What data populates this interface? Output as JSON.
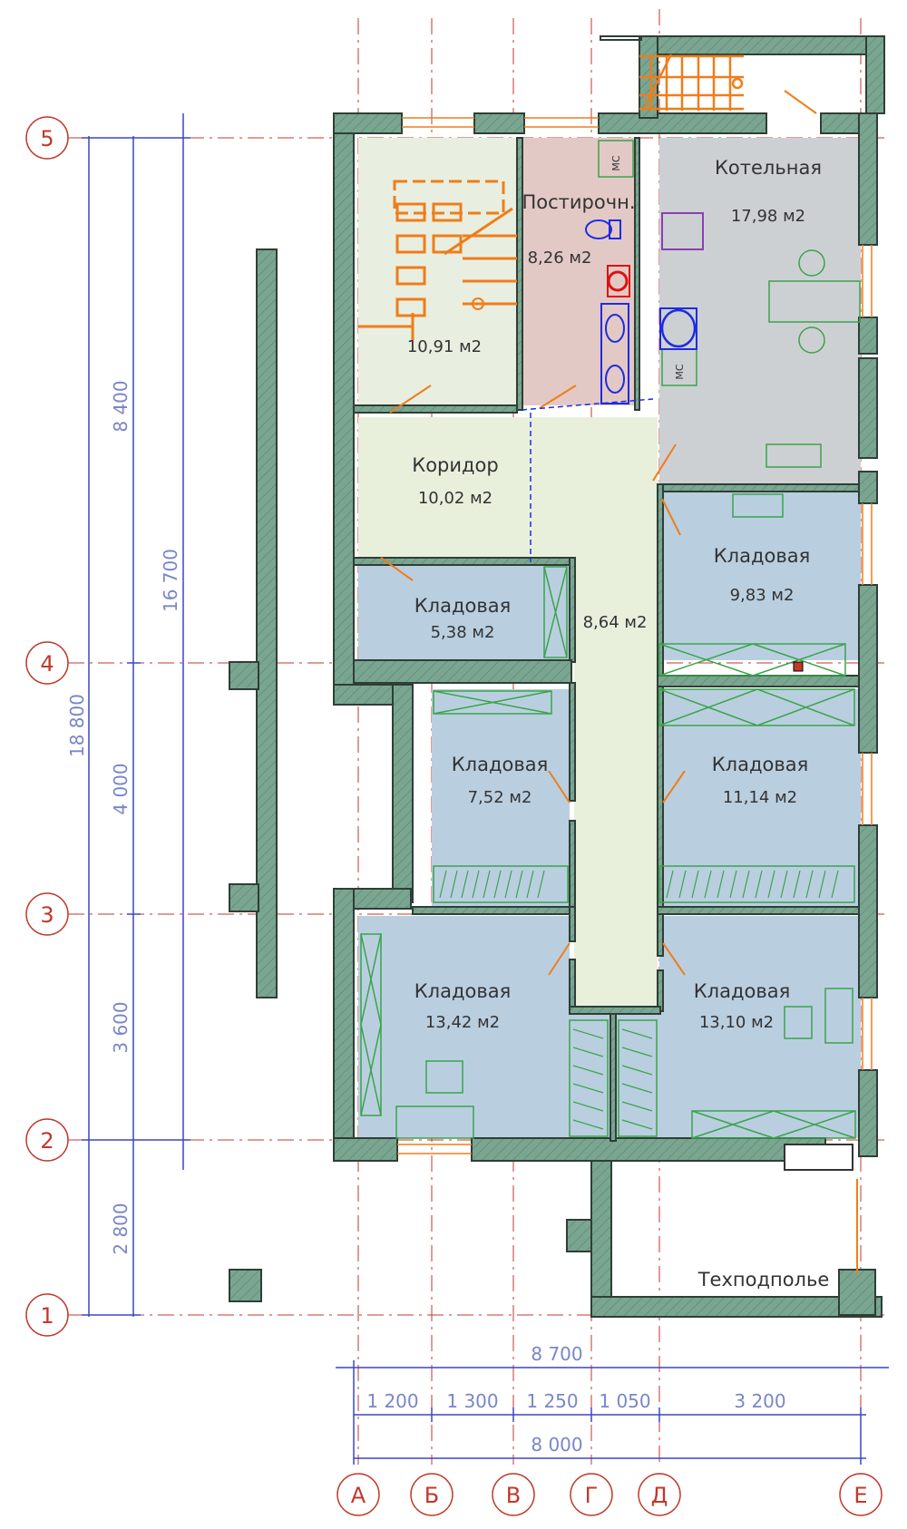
{
  "rooms": {
    "stair": {
      "area": "10,91 м2"
    },
    "laundry": {
      "name": "Постирочн.",
      "area": "8,26 м2"
    },
    "boiler": {
      "name": "Котельная",
      "area": "17,98 м2"
    },
    "corridor": {
      "name": "Коридор",
      "area": "10,02 м2"
    },
    "hall": {
      "area": "8,64 м2"
    },
    "store1": {
      "name": "Кладовая",
      "area": "5,38 м2"
    },
    "store2": {
      "name": "Кладовая",
      "area": "9,83 м2"
    },
    "store3": {
      "name": "Кладовая",
      "area": "7,52 м2"
    },
    "store4": {
      "name": "Кладовая",
      "area": "11,14 м2"
    },
    "store5": {
      "name": "Кладовая",
      "area": "13,42 м2"
    },
    "store6": {
      "name": "Кладовая",
      "area": "13,10 м2"
    },
    "tech": {
      "name": "Техподполье"
    }
  },
  "fixtures": {
    "ms1": "МС",
    "ms2": "МС"
  },
  "axes": {
    "rows": [
      "5",
      "4",
      "3",
      "2",
      "1"
    ],
    "cols": [
      "А",
      "Б",
      "В",
      "Г",
      "Д",
      "Е"
    ]
  },
  "dims": {
    "left": {
      "d1": "8 400",
      "d2": "4 000",
      "d3": "3 600",
      "d4": "2 800",
      "total": "18 800",
      "sub": "16 700"
    },
    "bottom": {
      "total": "8 700",
      "d1": "1 200",
      "d2": "1 300",
      "d3": "1 250",
      "d4": "1 050",
      "d5": "3 200",
      "sub": "8 000"
    }
  },
  "colors": {
    "wall": "#7aa691",
    "stair": "#e8efe0",
    "laundry": "#e3c9c5",
    "boiler": "#cdd0d3",
    "corridor": "#e8f0dc",
    "storage": "#b9cfe0",
    "axis": "#c0392b",
    "dim": "#3b47c4",
    "orange": "#f07d1a"
  }
}
